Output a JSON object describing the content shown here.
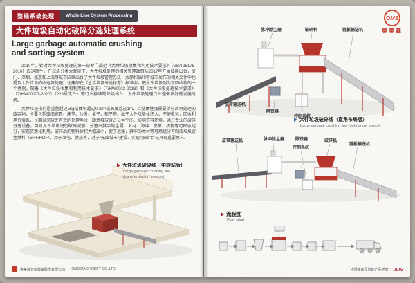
{
  "left": {
    "badge_cn": "整线系统处理",
    "badge_en": "Whole Line System Processing",
    "title_cn": "大件垃圾自动化破碎分选处理系统",
    "title_en1": "Large garbage automatic crushing",
    "title_en2": "and sorting system",
    "para1": "2010年，针对大件垃圾处理的第一部专门规范《大件垃圾收集和利用技术要求》（GB/T25175-2010）应运而生。在垃圾分类大背景下，大件垃圾处理的相关管理政策从2017年开始陆续出台，厦门、深圳、北京和上海等城市陆续出台了大件垃圾管理办法，太原和福州等城市发布的相关文件中也提及大件垃圾的收运与处理。住建部在《生活垃圾分类标志》标准中，把大件垃圾列为可回收物的一个类别。随着《大件垃圾收集和利用技术要求》（T/HW0002-2018）和《大件垃圾处理技术要求》（T/HW00007-2020）（218号文件）等行业标准的陆续出台，大件垃圾处理行业迎来良好的发展时机。",
    "para2": "大件垃圾指的是重量超过5kg或体积超过0.2m³或长度超过1m，且整体性强需要拆分后再处理的废弃物，主要包括废旧家具、床垫、沙发、桌子、柜子等。由于大件垃圾体积大、不便收运，回收利用价值低，长期以来缺乏有效的处理手段，随意堆放侵占公共空间、影响市容环境。通过专业的破碎分选设备，可对大件垃圾进行破碎减容，分选出其中的金属、木材、海绵、皮革、织物等可回收组分，实现资源化利用。破碎后的物料体积大幅减小，便于运输，其中的木材等可燃组分可制成垃圾衍生燃料（SRF/RDF），用于发电、供热等，对于“无废城市”建设、实现“双碳”目标具有重要意义。",
    "caption_cn": "大件垃圾破碎线（中转站版）",
    "caption_en1": "Large garbage crushing line",
    "caption_en2": "(transfer station version)",
    "footer_cn": "奥美森智能装备股份有限公司",
    "footer_sep": "|",
    "footer_en": "OMS MACHINERY CO.,LTD"
  },
  "right": {
    "logo_text": "OMS",
    "logo_cn": "奥美森",
    "illus1": {
      "label_pulse_dust": "脉冲除尘器",
      "label_crusher": "破碎机",
      "label_chain_conveyor": "链板输送机",
      "label_belt_conveyor": "皮带输送机",
      "label_iron_remover": "除铁器",
      "label_control": "控制系统",
      "caption_cn": "大件垃圾破碎线（直角布局版）",
      "caption_en": "Large garbage crushing line (right angle layout)"
    },
    "illus2": {
      "label_belt_conveyor": "皮带输送机",
      "label_pulse_dust": "脉冲除尘器",
      "label_iron_remover": "除铁器",
      "label_control": "控制系统",
      "label_crusher": "破碎机",
      "label_chain_conveyor": "链板输送机"
    },
    "flow_title_cn": "流程图",
    "flow_title_en": "Flow chart",
    "footer_text": "环保装备及智能产品手册",
    "footer_sep": "|",
    "footer_page": "01-02"
  }
}
